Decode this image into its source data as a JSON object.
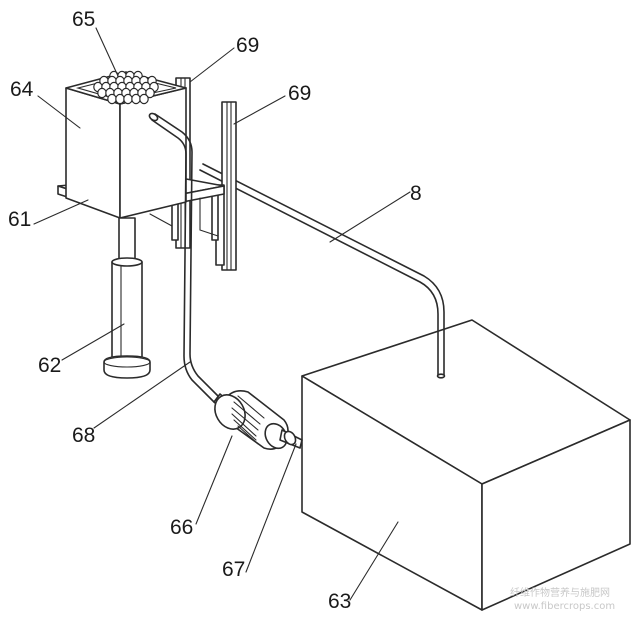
{
  "labels": {
    "l65": "65",
    "l69a": "69",
    "l69b": "69",
    "l64": "64",
    "l8": "8",
    "l61": "61",
    "l62": "62",
    "l68": "68",
    "l66": "66",
    "l67": "67",
    "l63": "63"
  },
  "watermark": {
    "line1": "纤维作物营养与施肥网",
    "line2": "www.fibercrops.com"
  }
}
